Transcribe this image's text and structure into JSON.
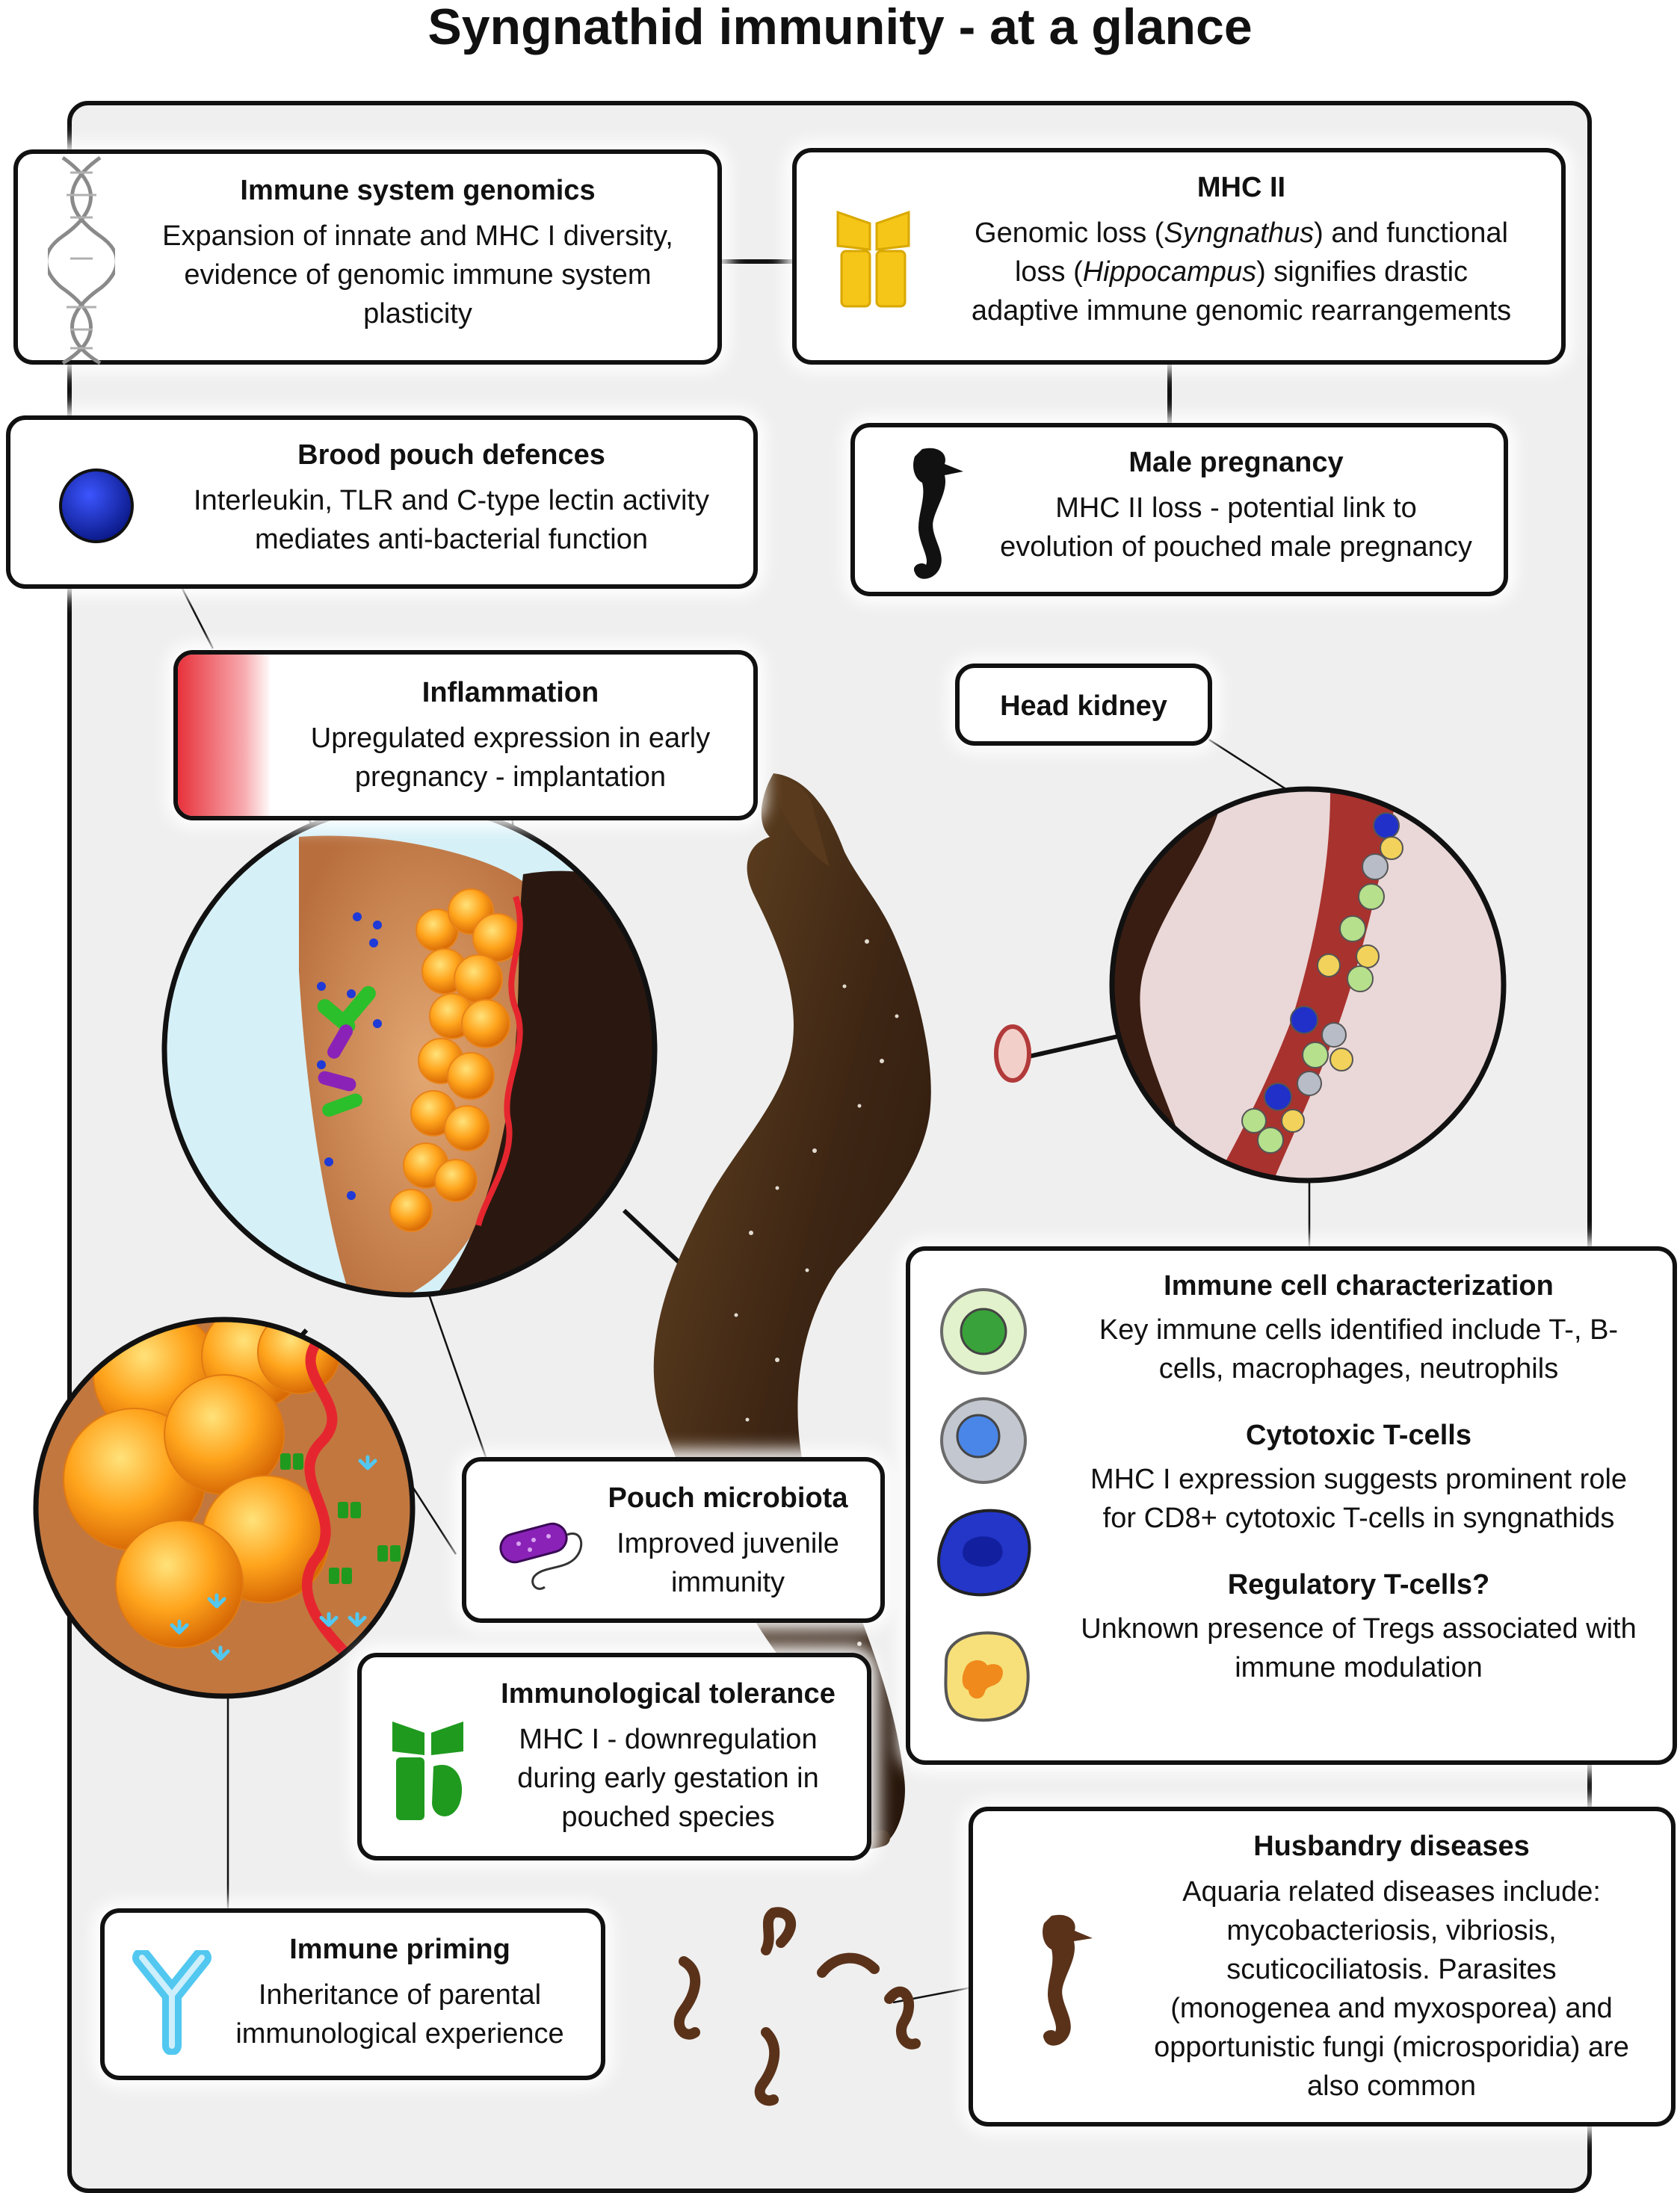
{
  "title": "Syngnathid immunity - at a glance",
  "colors": {
    "panel_bg": "#efefef",
    "mhc2_yellow": "#f5c518",
    "brood_blue": "#1b2fb5",
    "inflammation_red": "#e83a44",
    "microbiota_purple": "#8a22b8",
    "tolerance_green": "#1f9a1f",
    "priming_cyan": "#52c8f0",
    "seahorse_brown": "#4a2b17",
    "head_kidney_vessel": "#a8322e"
  },
  "boxes": {
    "genomics": {
      "title": "Immune system genomics",
      "lines": [
        "Expansion of innate and MHC I diversity,",
        "evidence of genomic immune system",
        "plasticity"
      ],
      "icon": "dna-helix-icon"
    },
    "mhc2": {
      "title": "MHC II",
      "line1_pre": "Genomic loss (",
      "line1_italic": "Syngnathus",
      "line1_post": ") and functional",
      "line2_pre": "loss (",
      "line2_italic": "Hippocampus",
      "line2_post": ") signifies drastic",
      "line3": "adaptive immune genomic rearrangements",
      "icon": "mhc-ii-molecule-icon"
    },
    "brood": {
      "title": "Brood pouch defences",
      "lines": [
        "Interleukin, TLR and C-type lectin activity",
        "mediates anti-bacterial function"
      ],
      "icon": "blue-sphere-icon"
    },
    "male_pregnancy": {
      "title": "Male pregnancy",
      "lines": [
        "MHC II loss - potential link to",
        "evolution of pouched male pregnancy"
      ],
      "icon": "seahorse-silhouette-icon"
    },
    "inflammation": {
      "title": "Inflammation",
      "lines": [
        "Upregulated expression in early",
        "pregnancy - implantation"
      ],
      "icon": "red-gradient-icon"
    },
    "head_kidney": {
      "title": "Head kidney"
    },
    "immune_cells": {
      "title": "Immune cell characterization",
      "lines": [
        "Key immune cells identified include T-, B-",
        "cells, macrophages, neutrophils"
      ],
      "cytotoxic_title": "Cytotoxic T-cells",
      "cytotoxic_lines": [
        "MHC I expression suggests prominent role",
        "for CD8+ cytotoxic T-cells in syngnathids"
      ],
      "treg_title": "Regulatory T-cells?",
      "treg_lines": [
        "Unknown presence of Tregs associated with",
        "immune modulation"
      ]
    },
    "microbiota": {
      "title": "Pouch microbiota",
      "lines": [
        "Improved juvenile",
        "immunity"
      ],
      "icon": "bacterium-icon"
    },
    "tolerance": {
      "title": "Immunological tolerance",
      "lines": [
        "MHC I - downregulation",
        "during early gestation in",
        "pouched species"
      ],
      "icon": "mhc-i-molecule-icon"
    },
    "priming": {
      "title": "Immune priming",
      "lines": [
        "Inheritance of parental",
        "immunological experience"
      ],
      "icon": "antibody-icon"
    },
    "husbandry": {
      "title": "Husbandry diseases",
      "lines": [
        "Aquaria related diseases include:",
        "mycobacteriosis, vibriosis,",
        "scuticociliatosis. Parasites",
        "(monogenea and myxosporea) and",
        "opportunistic fungi (microsporidia) are",
        "also common"
      ],
      "icon": "seahorse-brown-icon"
    }
  }
}
